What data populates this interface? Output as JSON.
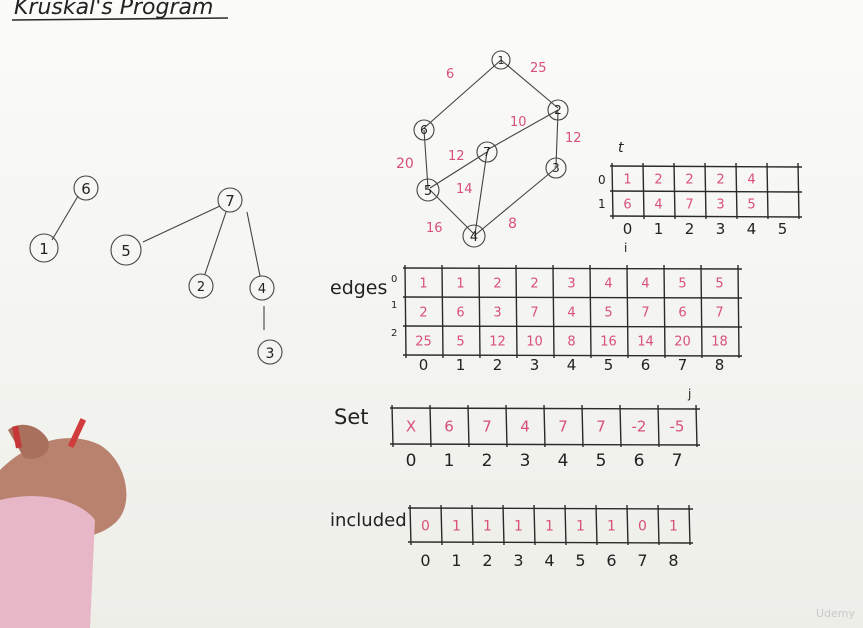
{
  "title": "Kruskal's Program",
  "watermark": "Udemy",
  "graph": {
    "nodes": [
      "1",
      "2",
      "3",
      "4",
      "5",
      "6",
      "7"
    ],
    "weights": [
      "6",
      "25",
      "10",
      "12",
      "12",
      "20",
      "14",
      "16",
      "8"
    ]
  },
  "forest": {
    "nodes": [
      "6",
      "1",
      "7",
      "5",
      "2",
      "4",
      "3"
    ]
  },
  "t_table": {
    "label": "t",
    "row_labels": [
      "0",
      "1"
    ],
    "rows": [
      [
        "1",
        "2",
        "2",
        "2",
        "4",
        ""
      ],
      [
        "6",
        "4",
        "7",
        "3",
        "5",
        ""
      ]
    ],
    "cols": [
      "0",
      "1",
      "2",
      "3",
      "4",
      "5"
    ],
    "pointer": "i"
  },
  "edges_table": {
    "label": "edges",
    "row_labels": [
      "0",
      "1",
      "2"
    ],
    "rows": [
      [
        "1",
        "1",
        "2",
        "2",
        "3",
        "4",
        "4",
        "5",
        "5"
      ],
      [
        "2",
        "6",
        "3",
        "7",
        "4",
        "5",
        "7",
        "6",
        "7"
      ],
      [
        "25",
        "5",
        "12",
        "10",
        "8",
        "16",
        "14",
        "20",
        "18"
      ]
    ],
    "cols": [
      "0",
      "1",
      "2",
      "3",
      "4",
      "5",
      "6",
      "7",
      "8"
    ],
    "pointer": "j"
  },
  "set_array": {
    "label": "Set",
    "cells": [
      "X",
      "6",
      "7",
      "4",
      "7",
      "7",
      "-2",
      "-5"
    ],
    "cols": [
      "0",
      "1",
      "2",
      "3",
      "4",
      "5",
      "6",
      "7"
    ]
  },
  "included_array": {
    "label": "included",
    "cells": [
      "0",
      "1",
      "1",
      "1",
      "1",
      "1",
      "1",
      "0",
      "1"
    ],
    "cols": [
      "0",
      "1",
      "2",
      "3",
      "4",
      "5",
      "6",
      "7",
      "8"
    ]
  },
  "colors": {
    "ink": "#222222",
    "marker_red": "#d9507b",
    "board": "#f6f6f3"
  }
}
